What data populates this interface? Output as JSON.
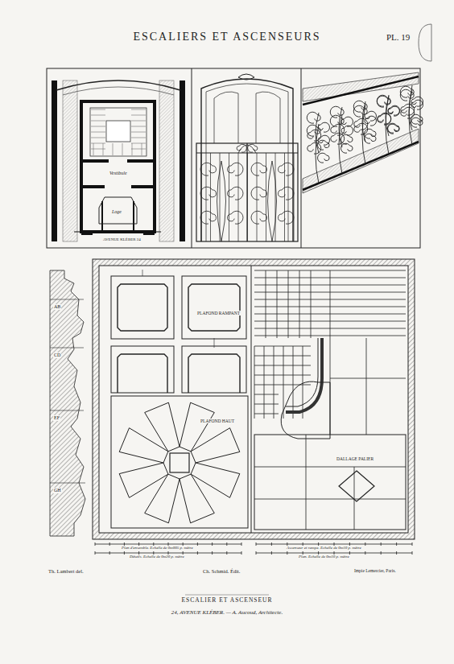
{
  "diagram": {
    "title": "ESCALIERS ET ASCENSEURS",
    "caption": "ESCALIER ET ASCENSEUR",
    "labels": [
      "PL. 19",
      "AVENUE KLÉBER 24",
      "Vestibule",
      "Loge",
      "PLAFOND RAMPANT",
      "PLAFOND HAUT",
      "DALLAGE PALIER",
      "AB",
      "CD",
      "EF",
      "GH",
      "Plan d'ensemble. Echelle de 0m005 p. mètre",
      "Détails. Echelle de 0m20 p. mètre",
      "Ascenseur et rampe. Echelle de 0m10 p. mètre",
      "Plan. Echelle de 0m10 p. mètre",
      "Th. Lambert del.",
      "Ch. Schmid. Édit.",
      "Impie Lemercier, Paris.",
      "24, AVENUE KLÉBER. — A. Aucoud, Architecte."
    ]
  }
}
